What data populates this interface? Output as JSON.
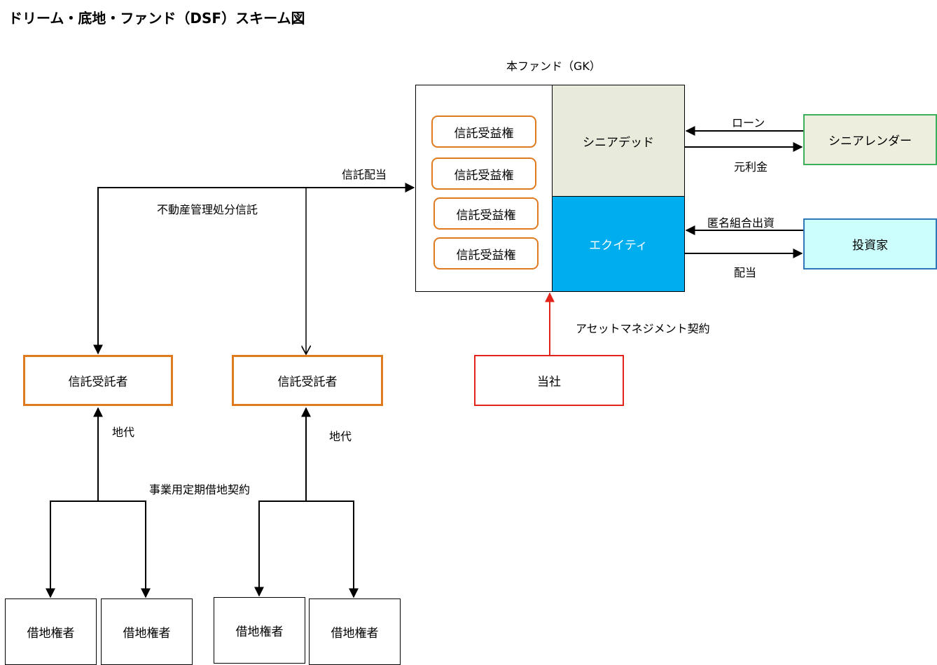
{
  "title": "ドリーム・底地・ファンド（DSF）スキーム図",
  "fund": {
    "title": "本ファンド（GK）",
    "beneficial_interests": [
      "信託受益権",
      "信託受益権",
      "信託受益権",
      "信託受益権"
    ],
    "senior_debt": "シニアデッド",
    "equity": "エクイティ"
  },
  "parties": {
    "senior_lender": "シニアレンダー",
    "investor": "投資家",
    "company": "当社",
    "trustee_1": "信託受託者",
    "trustee_2": "信託受託者",
    "lessees": [
      "借地権者",
      "借地権者",
      "借地権者",
      "借地権者"
    ]
  },
  "flows": {
    "loan": "ローン",
    "principal_interest": "元利金",
    "tk_investment": "匿名組合出資",
    "dividend": "配当",
    "trust_dividend": "信託配当",
    "trust": "不動産管理処分信託",
    "asset_management": "アセットマネジメント契約",
    "ground_rent_1": "地代",
    "ground_rent_2": "地代",
    "lease_contract": "事業用定期借地契約"
  },
  "colors": {
    "trustee_border": "#e07a1f",
    "lender_border": "#3bb05a",
    "investor_border": "#2e78b7",
    "company_border": "#e2231a",
    "equity_fill": "#00aeef",
    "senior_fill": "#e8ebdc"
  }
}
